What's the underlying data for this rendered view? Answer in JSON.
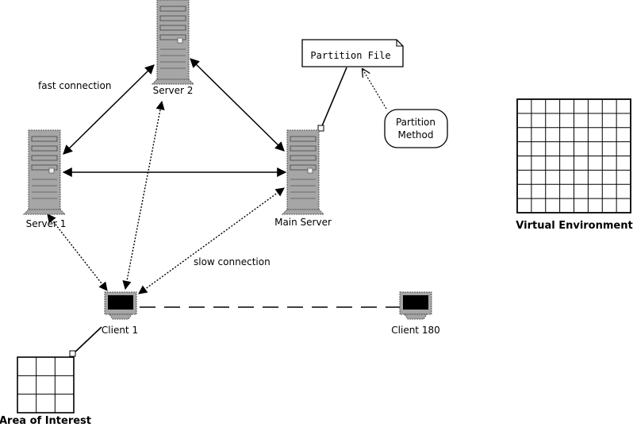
{
  "nodes": {
    "server2": {
      "label": "Server 2"
    },
    "server1": {
      "label": "Server 1"
    },
    "main_server": {
      "label": "Main Server"
    },
    "client1": {
      "label": "Client 1"
    },
    "client180": {
      "label": "Client 180"
    }
  },
  "notes": {
    "partition_file": "Partition File",
    "partition_method_line1": "Partition",
    "partition_method_line2": "Method"
  },
  "edge_labels": {
    "fast": "fast connection",
    "slow": "slow connection"
  },
  "grids": {
    "virtual_environment": {
      "label": "Virtual Environment",
      "rows": 8,
      "cols": 8
    },
    "area_of_interest": {
      "label": "Area of Interest",
      "rows": 3,
      "cols": 3
    }
  }
}
